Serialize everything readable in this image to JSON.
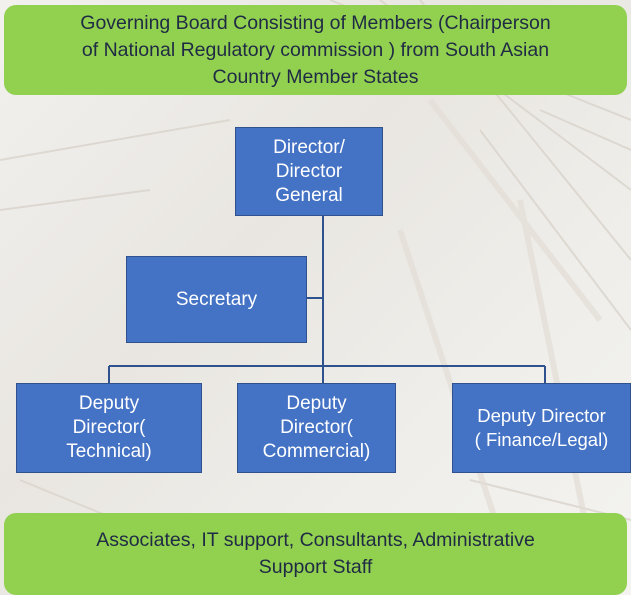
{
  "governing_board": {
    "line1": "Governing Board Consisting of Members (Chairperson",
    "line2": "of National Regulatory commission )  from South Asian",
    "line3": "Country Member States"
  },
  "director": {
    "line1": "Director/",
    "line2": "Director",
    "line3": "General"
  },
  "secretary": {
    "label": "Secretary"
  },
  "deputy_technical": {
    "line1": "Deputy",
    "line2": "Director(",
    "line3": "Technical)"
  },
  "deputy_commercial": {
    "line1": "Deputy",
    "line2": "Director(",
    "line3": "Commercial)"
  },
  "deputy_finance": {
    "line1": "Deputy Director",
    "line2": "( Finance/Legal)"
  },
  "support_staff": {
    "line1": "Associates, IT support, Consultants, Administrative",
    "line2": "Support Staff"
  },
  "colors": {
    "banner_green": "#92d050",
    "box_blue": "#4472c4",
    "connector_blue": "#2f528f"
  }
}
